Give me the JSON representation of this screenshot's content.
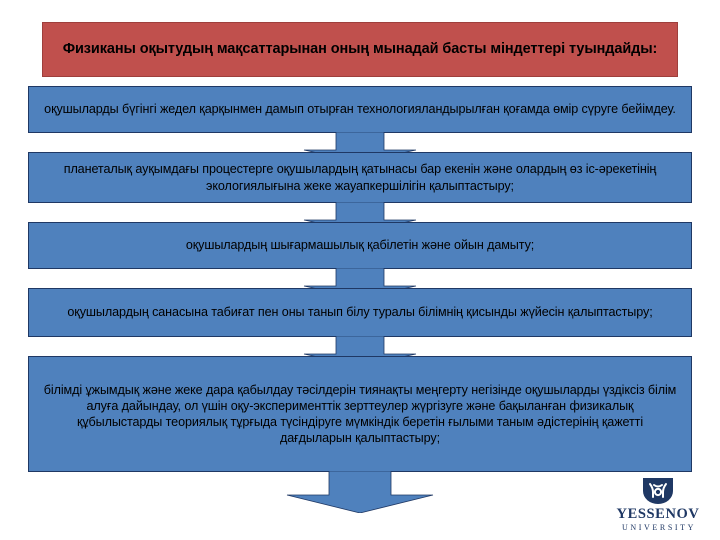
{
  "slide": {
    "language": "kk",
    "background_color": "#FFFFFF",
    "header": {
      "text": "Физиканы оқытудың мақсаттарынан оның мынадай басты міндеттері туындайды:",
      "fill_color": "#C0504D",
      "text_color": "#000000"
    },
    "box_fill_color": "#4F81BD",
    "box_border_color": "#1F3864",
    "steps": [
      {
        "index": 1,
        "text": "оқушыларды бүгінгі жедел қарқынмен дамып отырған технологияландырылған қоғамда өмір сүруге бейімдеу."
      },
      {
        "index": 2,
        "text": "планеталық ауқымдағы процестерге оқушылардың қатынасы бар екенін және олардың өз іс-әрекетінің экологиялығына жеке жауапкершілігін қалыптастыру;"
      },
      {
        "index": 3,
        "text": "оқушылардың шығармашылық қабілетін және ойын дамыту;"
      },
      {
        "index": 4,
        "text": "оқушылардың санасына табиғат пен оны танып білу туралы білімнің қисынды жүйесін қалыптастыру;"
      },
      {
        "index": 5,
        "text": "білімді ұжымдық және жеке дара қабылдау тәсілдерін тиянақты меңгерту негізінде оқушыларды үздіксіз білім алуға дайындау, ол үшін оқу-эксперименттік зерттеулер жүргізуге және бақыланған физикалық құбылыстарды теориялық тұрғыда түсіндіруге мүмкіндік беретін ғылыми таным әдістерінің қажетті дағдыларын қалыптастыру;"
      }
    ],
    "connectors": {
      "icon": "down-arrow-icon",
      "count": 5,
      "color": "#4F81BD"
    },
    "logo": {
      "mark": "yessenov-shield-icon",
      "name": "YESSENOV",
      "subtitle": "UNIVERSITY",
      "color": "#1F3864"
    }
  }
}
